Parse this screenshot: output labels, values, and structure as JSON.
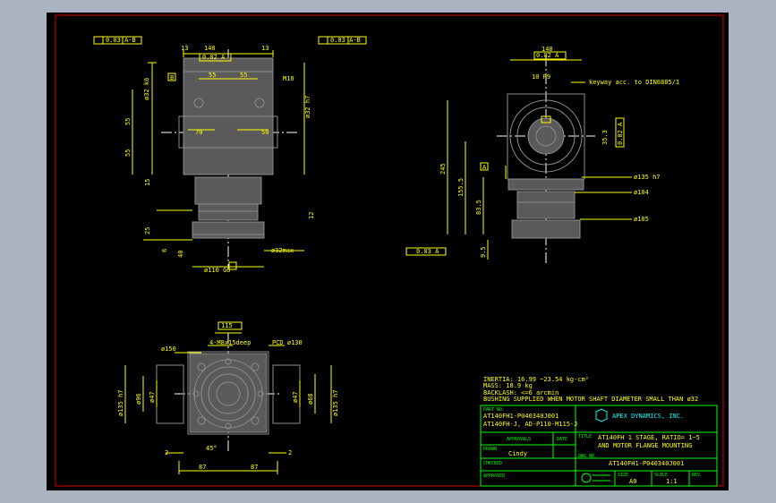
{
  "dims": {
    "front": {
      "flatness_box": "0.03 A-B",
      "square": "140",
      "flatness_small": "0.02 A",
      "d13a": "13",
      "d13b": "13",
      "d55a": "55",
      "d55b": "55",
      "m10": "M10",
      "d32k6": "ø32 k6",
      "d32h7": "ø32 h7",
      "d55v1": "55",
      "d55v2": "55",
      "d15": "15",
      "d70": "70",
      "d50": "50",
      "d25": "25",
      "d12": "12",
      "d6": "6",
      "d40": "40",
      "d110": "ø110 G6",
      "d32max": "ø32max",
      "datum_b": "B"
    },
    "side": {
      "square": "140",
      "flatness": "0.02 A",
      "bore": "10 P9",
      "keyway": "keyway acc. to DIN6885/1",
      "d245": "245",
      "d155": "155.5",
      "d835": "83.5",
      "d95": "9.5",
      "d353": "35.3",
      "d135": "ø135 h7",
      "d104": "ø104",
      "d105": "ø105",
      "flatness_bottom": "0.03 A",
      "flatness_side": "0.02 A",
      "datum_a": "A"
    },
    "top": {
      "square": "115",
      "d150": "ø150",
      "holes": "4-M8x15deep",
      "pcd": "PCD ø130",
      "d135l": "ø135 h7",
      "d96": "ø96",
      "d47a": "ø47",
      "d47b": "ø47",
      "d68": "ø68",
      "d135r": "ø135 h7",
      "d2a": "2",
      "d2b": "2",
      "d45": "45°",
      "d87a": "87",
      "d87b": "87"
    }
  },
  "notes": {
    "inertia": "INERTIA:  16.99 ~23.54  kg-cm²",
    "mass": "MASS:  18.9  kg",
    "backlash": "BACKLASH: <=6 arcmin",
    "bushing": "BUSHING SUPPLIED WHEN MOTOR SHAFT DIAMETER SMALL THAN ø32"
  },
  "title_block": {
    "part_no_label": "PART NO.",
    "part_no_1": "AT140FH1-P040340J001",
    "part_no_2": "AT140FH-J, AD-P110-M115-J",
    "company": "APEX DYNAMICS, INC.",
    "approvals_label": "APPROVALS",
    "date_label": "DATE",
    "title_label": "TITLE",
    "title_1": "AT140FH 1 STAGE, RATIO= 1~5",
    "title_2": "AND MOTOR FLANGE MOUNTING",
    "drawn_label": "DRAWN",
    "drawn_value": "Cindy",
    "dwg_no_label": "DWG NO.",
    "dwg_no": "AT140FH1-P040340J001",
    "checked_label": "CHECKED",
    "approved_label": "APPROVED",
    "size_label": "SIZE",
    "size": "A0",
    "scale_label": "SCALE",
    "scale": "1:1",
    "rev_label": "REV"
  },
  "colors": {
    "background": "#000000",
    "frame": "#e00000",
    "geometry": "#ffff00",
    "hidden": "#ffffff",
    "title_block": "#00ff00",
    "logo": "#00ffff"
  }
}
